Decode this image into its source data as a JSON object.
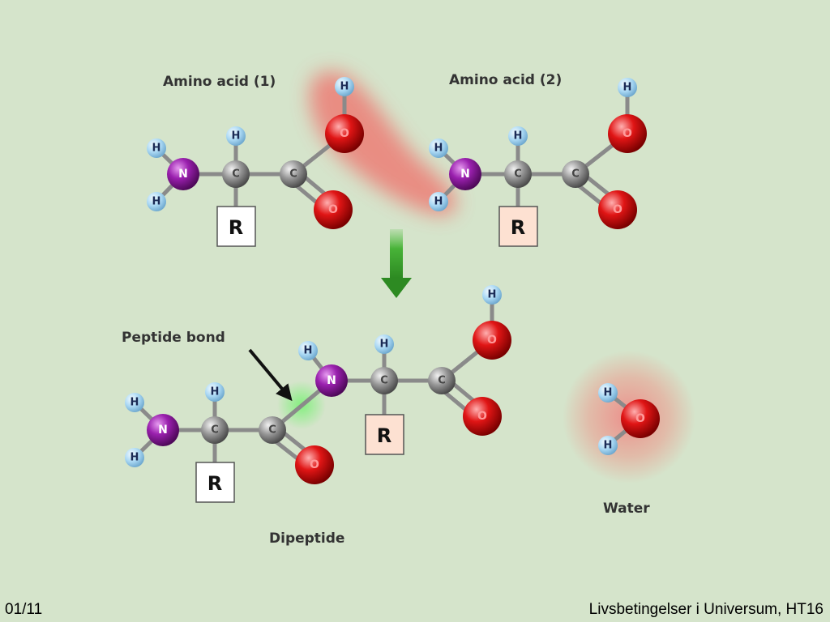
{
  "labels": {
    "amino_acid_1": "Amino acid (1)",
    "amino_acid_2": "Amino acid (2)",
    "peptide_bond": "Peptide bond",
    "dipeptide": "Dipeptide",
    "water": "Water"
  },
  "atoms": {
    "hydrogen": "H",
    "nitrogen": "N",
    "carbon": "C",
    "oxygen": "O",
    "r_group": "R"
  },
  "footer": {
    "slide_number": "01/11",
    "course_title": "Livsbetingelser i Universum, HT16"
  },
  "colors": {
    "background": "#d5e4cb",
    "hydrogen": "#a9d9f5",
    "nitrogen": "#8a1a9a",
    "carbon": "#8e8e8e",
    "oxygen": "#d81414",
    "arrow": "#3aa02c",
    "r_box_amino_acid_2": "#fde1d2"
  },
  "icons": {
    "reaction_arrow": "down-arrow-icon",
    "peptide_bond_pointer": "diagonal-arrow-icon"
  }
}
